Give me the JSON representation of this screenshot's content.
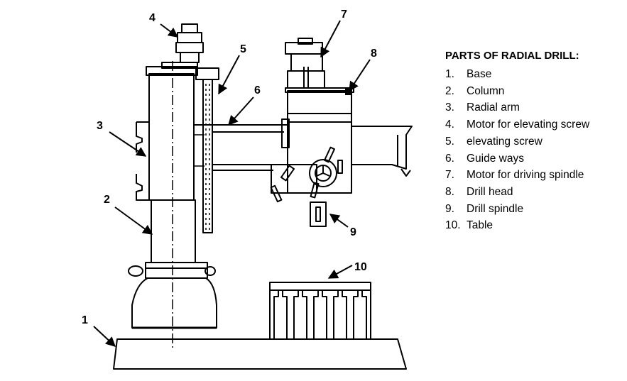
{
  "legend": {
    "title": "PARTS OF RADIAL DRILL:",
    "items": [
      {
        "num": "1.",
        "label": "Base"
      },
      {
        "num": "2.",
        "label": "Column"
      },
      {
        "num": "3.",
        "label": "Radial arm"
      },
      {
        "num": "4.",
        "label": "Motor for elevating screw"
      },
      {
        "num": "5.",
        "label": "elevating screw"
      },
      {
        "num": "6.",
        "label": "Guide ways"
      },
      {
        "num": "7.",
        "label": "Motor for driving spindle"
      },
      {
        "num": "8.",
        "label": "Drill head"
      },
      {
        "num": "9.",
        "label": "Drill spindle"
      },
      {
        "num": "10.",
        "label": "Table"
      }
    ]
  },
  "callouts": {
    "c1": "1",
    "c2": "2",
    "c3": "3",
    "c4": "4",
    "c5": "5",
    "c6": "6",
    "c7": "7",
    "c8": "8",
    "c9": "9",
    "c10": "10"
  }
}
